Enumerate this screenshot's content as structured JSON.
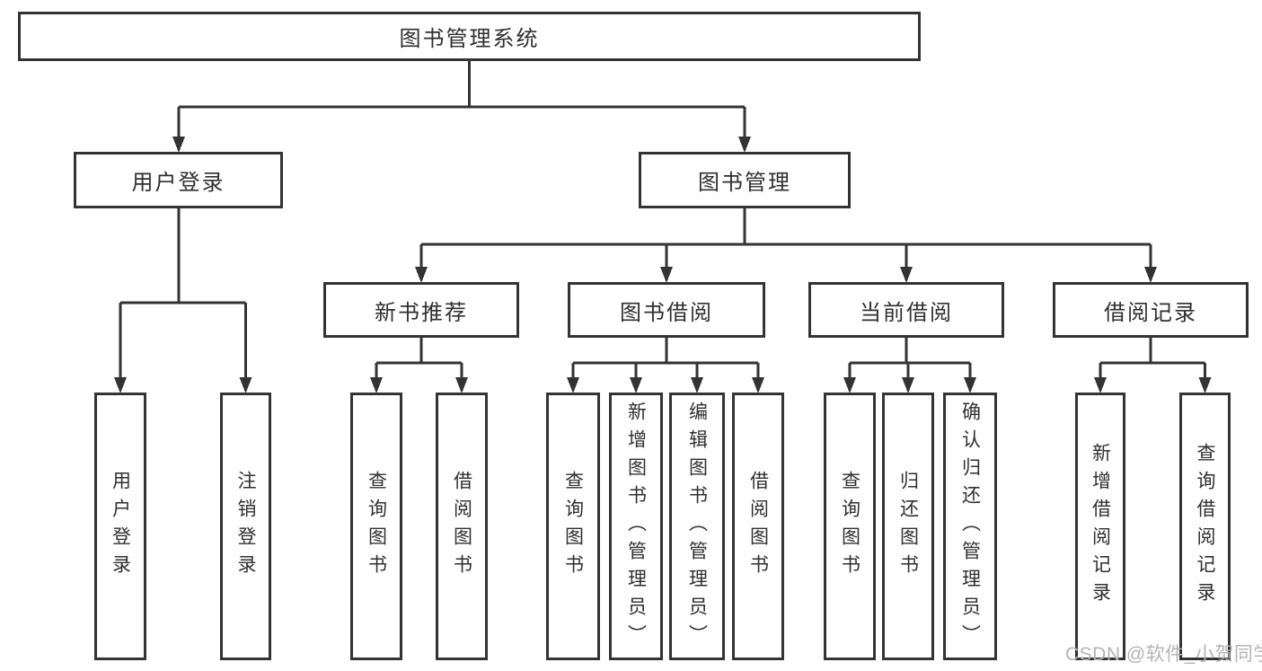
{
  "diagram": {
    "root": {
      "label": "图书管理系统"
    },
    "level2": {
      "user_login": "用户登录",
      "book_management": "图书管理"
    },
    "level3": {
      "new_book_recommend": "新书推荐",
      "book_borrow": "图书借阅",
      "current_borrow": "当前借阅",
      "borrow_records": "借阅记录"
    },
    "leaves": {
      "user_login_children": [
        "用户登录",
        "注销登录"
      ],
      "new_book_children": [
        "查询图书",
        "借阅图书"
      ],
      "book_borrow_children": [
        "查询图书",
        "新增图书（管理员）",
        "编辑图书（管理员）",
        "借阅图书"
      ],
      "current_borrow_children": [
        "查询图书",
        "归还图书",
        "确认归还（管理员）"
      ],
      "borrow_records_children": [
        "新增借阅记录",
        "查询借阅记录"
      ]
    }
  },
  "watermark": {
    "text": "CSDN @软件_小贺同学"
  },
  "colors": {
    "line": "#333333",
    "text": "#2f2f2f",
    "watermark": "#b4b4b4",
    "background": "#ffffff"
  }
}
